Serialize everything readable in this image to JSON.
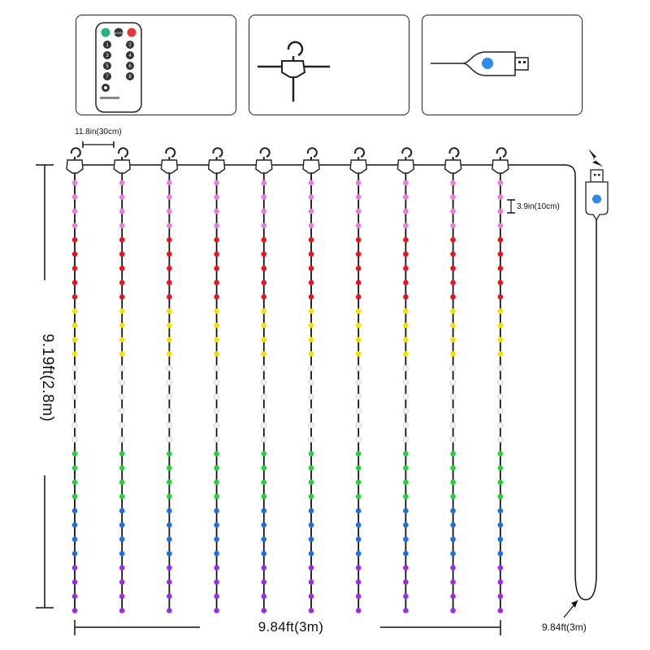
{
  "labels": {
    "bulb_spacing": "11.8in(30cm)",
    "drop_spacing": "3.9in(10cm)",
    "height": "9.19ft(2.8m)",
    "width": "9.84ft(3m)",
    "cable_length": "9.84ft(3m)"
  },
  "remote": {
    "top_buttons": [
      "",
      "MODE",
      ""
    ],
    "keys": [
      "1",
      "2",
      "3",
      "4",
      "5",
      "6",
      "7",
      "8"
    ],
    "button_colors": {
      "left": "#23b37a",
      "middle": "#333333",
      "right": "#e03a3a"
    }
  },
  "curtain": {
    "strand_count": 10,
    "bulbs_per_strand": 31,
    "color_sequence": [
      {
        "color": "#e87de0",
        "count": 4
      },
      {
        "color": "#e8151e",
        "count": 5
      },
      {
        "color": "#f2e200",
        "count": 4
      },
      {
        "color": "#f2f2f2",
        "count": 6
      },
      {
        "color": "#25d03a",
        "count": 4
      },
      {
        "color": "#1e6fe0",
        "count": 4
      },
      {
        "color": "#9b2be6",
        "count": 4
      }
    ],
    "wire_color": "#111111"
  },
  "usb": {
    "button_color": "#2f8be6"
  },
  "power_icon_color": "#111111"
}
